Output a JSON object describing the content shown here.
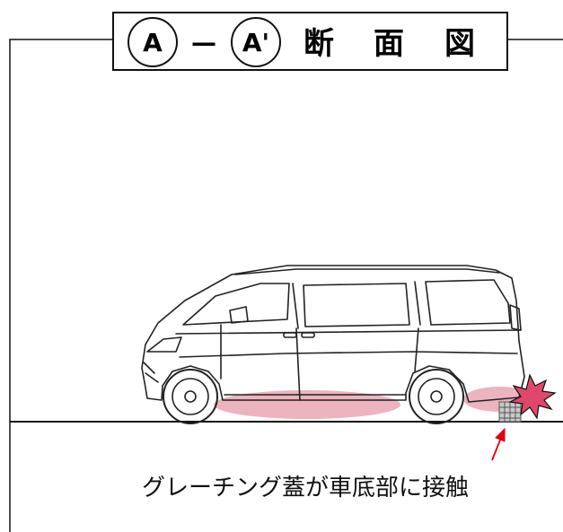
{
  "title": {
    "point_a": "A",
    "dash": "—",
    "point_a_prime": "A'",
    "word": [
      "断",
      "面",
      "図"
    ]
  },
  "annotation": "グレーチング蓋が車底部に接触",
  "colors": {
    "line": "#111111",
    "contact_highlight": "#e7a7b3",
    "impact_burst": "#e0486b",
    "arrow": "#e0000b",
    "grating": "#c9c9c9"
  }
}
